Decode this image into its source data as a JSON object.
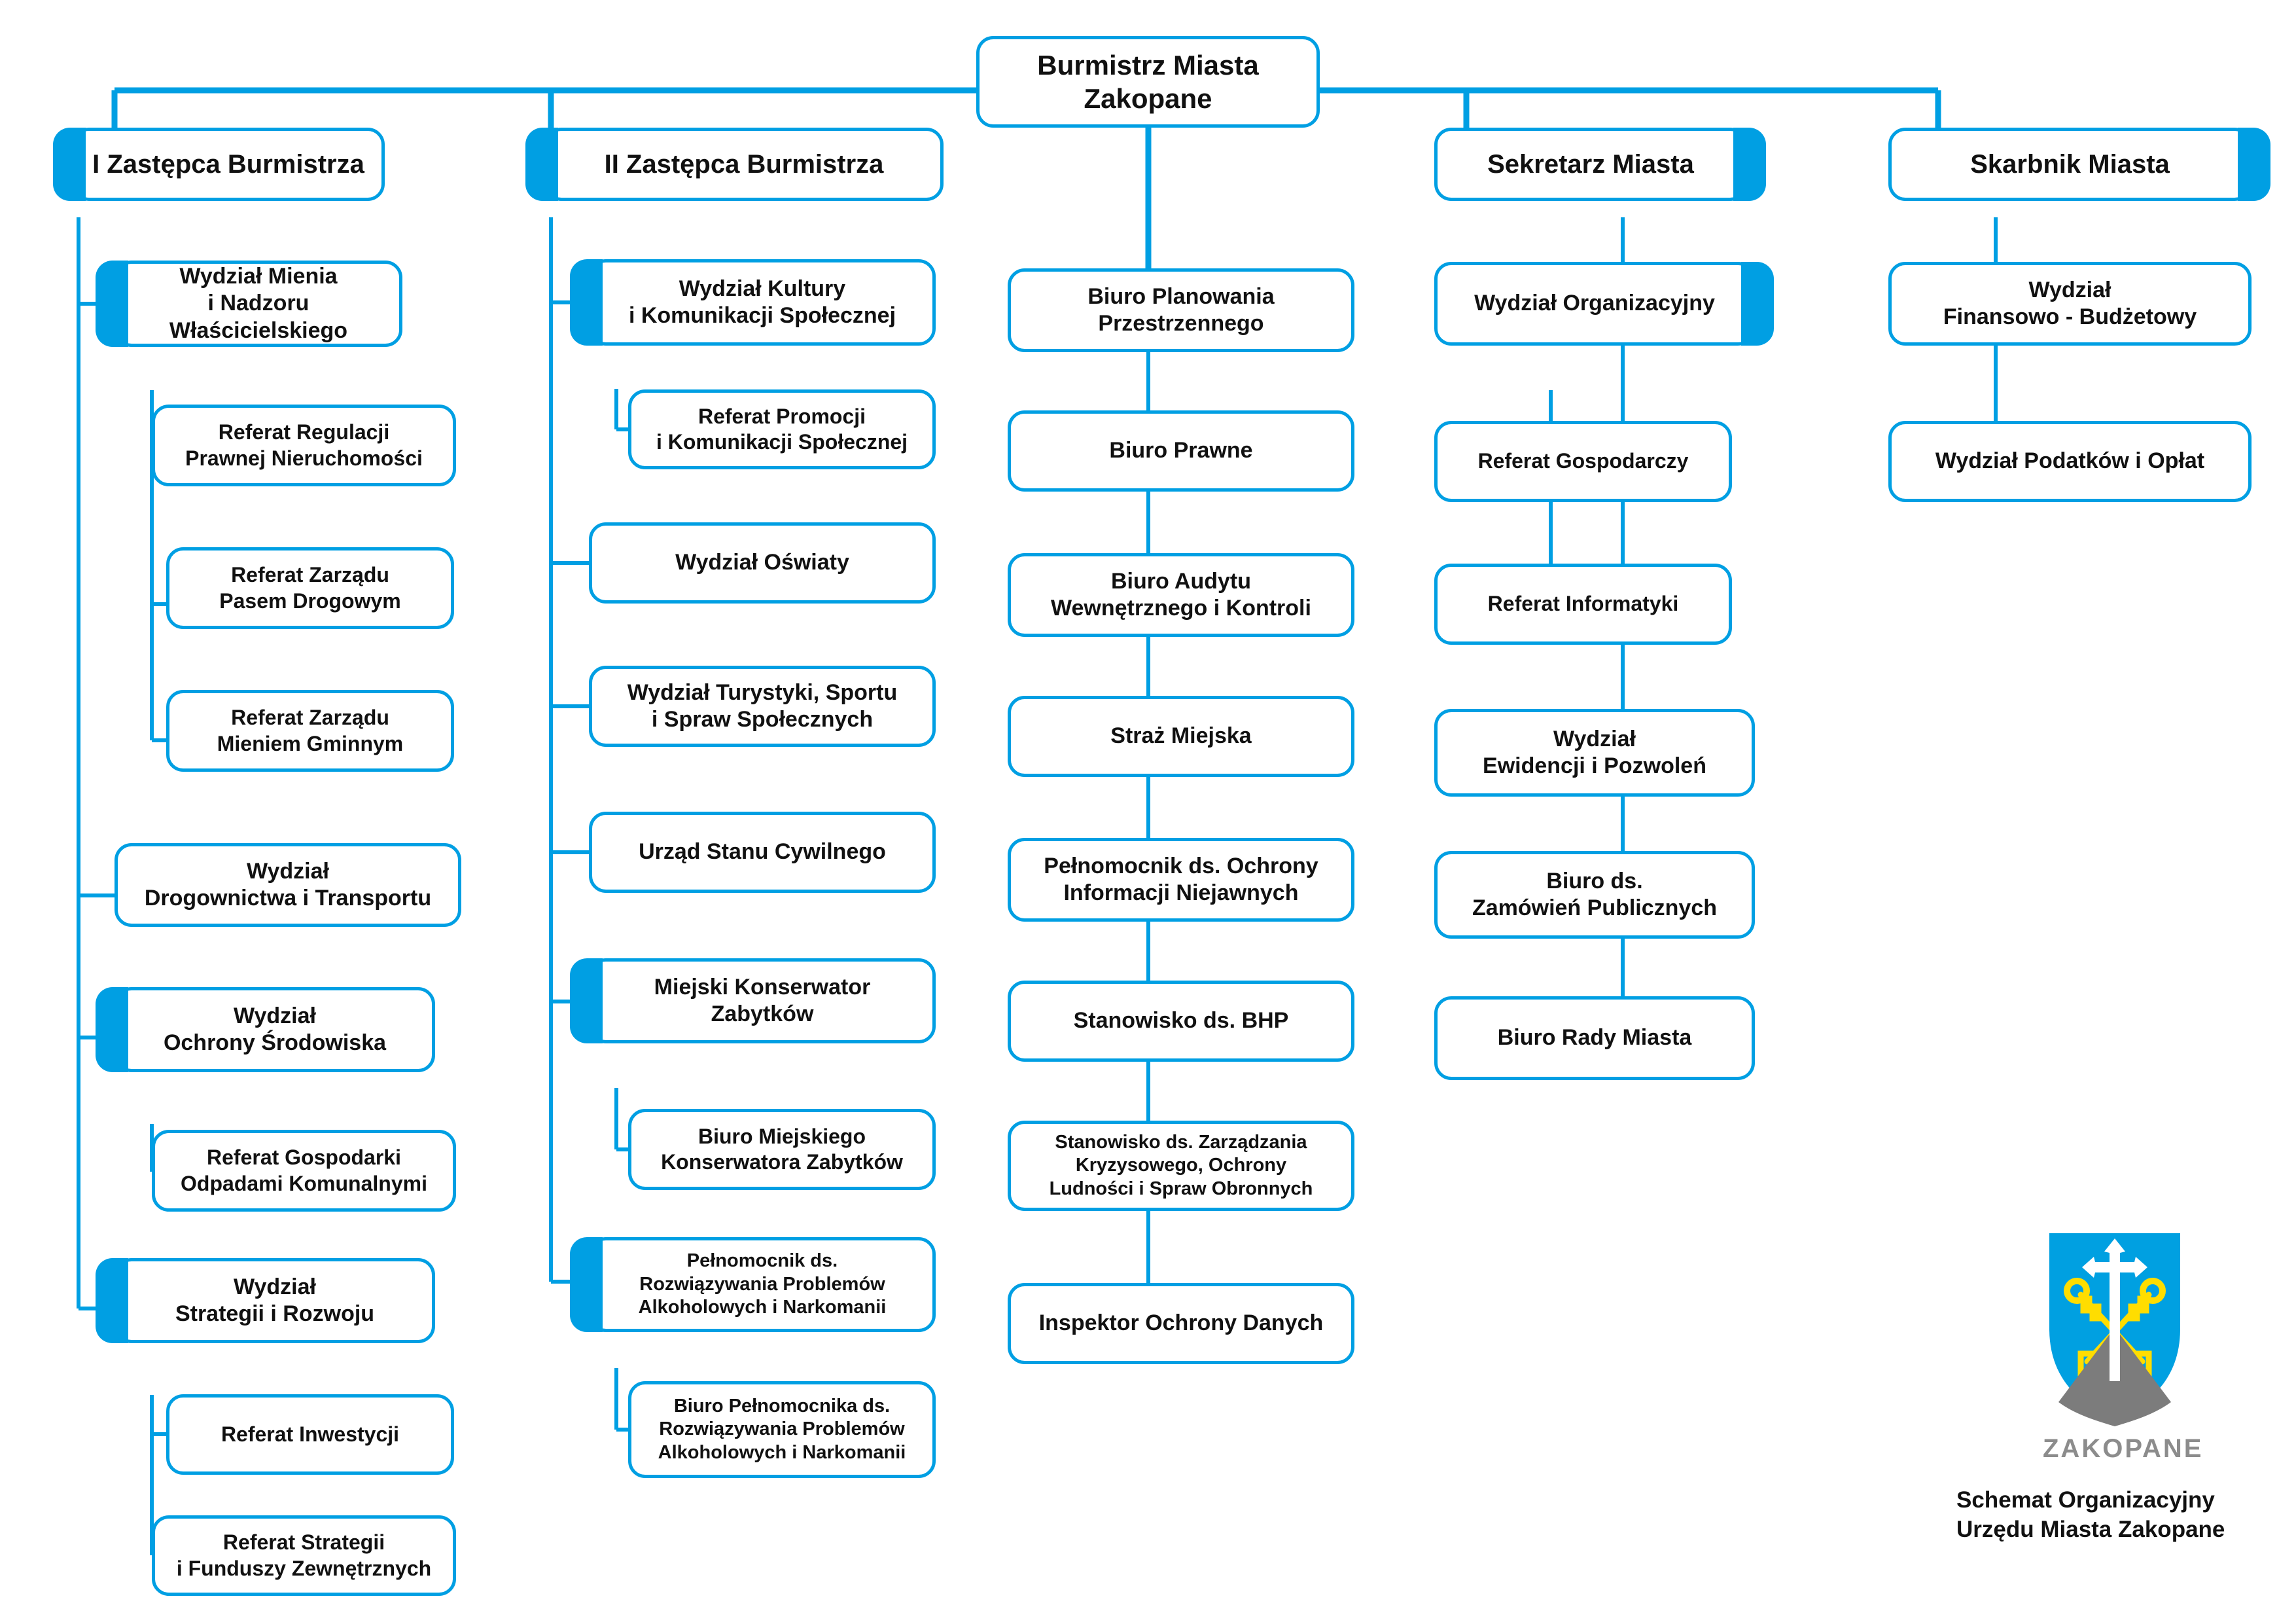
{
  "meta": {
    "caption": "Schemat Organizacyjny\nUrzędu Miasta Zakopane",
    "emblem_wordmark": "ZAKOPANE",
    "colors": {
      "accent_blue": "#009FE3",
      "emblem_shield": "#00A0E1",
      "emblem_keys": "#FFDD00",
      "emblem_mountain": "#7C7C7C",
      "emblem_cross": "#FFFFFF",
      "wordmark_gray": "#8C8C8C",
      "text": "#111111",
      "background": "#FFFFFF"
    }
  },
  "root": {
    "label": "Burmistrz Miasta Zakopane"
  },
  "columns": [
    {
      "id": "col-1",
      "head": {
        "label": "I Zastępca Burmistrza",
        "tab": "left"
      },
      "nodes": [
        {
          "label": "Wydział Mienia\ni Nadzoru Właścicielskiego",
          "level": "dept",
          "tab": "left"
        },
        {
          "label": "Referat Regulacji\nPrawnej Nieruchomości",
          "level": "sub",
          "tab": "none"
        },
        {
          "label": "Referat Zarządu\nPasem Drogowym",
          "level": "sub",
          "tab": "none"
        },
        {
          "label": "Referat Zarządu\nMieniem Gminnym",
          "level": "sub",
          "tab": "none"
        },
        {
          "label": "Wydział\nDrogownictwa i Transportu",
          "level": "dept",
          "tab": "none"
        },
        {
          "label": "Wydział\nOchrony Środowiska",
          "level": "dept",
          "tab": "left"
        },
        {
          "label": "Referat  Gospodarki\nOdpadami Komunalnymi",
          "level": "sub",
          "tab": "none"
        },
        {
          "label": "Wydział\nStrategii i Rozwoju",
          "level": "dept",
          "tab": "left"
        },
        {
          "label": "Referat Inwestycji",
          "level": "sub",
          "tab": "none"
        },
        {
          "label": "Referat Strategii\ni Funduszy Zewnętrznych",
          "level": "sub",
          "tab": "none"
        }
      ]
    },
    {
      "id": "col-2",
      "head": {
        "label": "II Zastępca Burmistrza",
        "tab": "left"
      },
      "nodes": [
        {
          "label": "Wydział Kultury\ni Komunikacji Społecznej",
          "level": "dept",
          "tab": "left"
        },
        {
          "label": "Referat Promocji\ni Komunikacji Społecznej",
          "level": "sub",
          "tab": "none"
        },
        {
          "label": "Wydział Oświaty",
          "level": "dept",
          "tab": "none"
        },
        {
          "label": "Wydział Turystyki, Sportu\ni Spraw Społecznych",
          "level": "dept",
          "tab": "none"
        },
        {
          "label": "Urząd Stanu Cywilnego",
          "level": "dept",
          "tab": "none"
        },
        {
          "label": "Miejski Konserwator\nZabytków",
          "level": "dept",
          "tab": "left"
        },
        {
          "label": "Biuro Miejskiego\nKonserwatora Zabytków",
          "level": "sub",
          "tab": "none"
        },
        {
          "label": "Pełnomocnik ds.\nRozwiązywania Problemów\nAlkoholowych i Narkomanii",
          "level": "small",
          "tab": "left"
        },
        {
          "label": "Biuro Pełnomocnika ds.\nRozwiązywania Problemów\nAlkoholowych i Narkomanii",
          "level": "small",
          "tab": "none"
        }
      ]
    },
    {
      "id": "col-3",
      "head": null,
      "nodes": [
        {
          "label": "Biuro Planowania\nPrzestrzennego",
          "level": "dept",
          "tab": "none"
        },
        {
          "label": "Biuro Prawne",
          "level": "dept",
          "tab": "none"
        },
        {
          "label": "Biuro Audytu\nWewnętrznego i Kontroli",
          "level": "dept",
          "tab": "none"
        },
        {
          "label": "Straż Miejska",
          "level": "dept",
          "tab": "none"
        },
        {
          "label": "Pełnomocnik ds. Ochrony\nInformacji Niejawnych",
          "level": "dept",
          "tab": "none"
        },
        {
          "label": "Stanowisko ds. BHP",
          "level": "dept",
          "tab": "none"
        },
        {
          "label": "Stanowisko ds. Zarządzania\nKryzysowego, Ochrony\nLudności i Spraw Obronnych",
          "level": "small",
          "tab": "none"
        },
        {
          "label": "Inspektor Ochrony Danych",
          "level": "dept",
          "tab": "none"
        }
      ]
    },
    {
      "id": "col-4",
      "head": {
        "label": "Sekretarz Miasta",
        "tab": "right"
      },
      "nodes": [
        {
          "label": "Wydział Organizacyjny",
          "level": "dept",
          "tab": "right"
        },
        {
          "label": "Referat Gospodarczy",
          "level": "sub",
          "tab": "none"
        },
        {
          "label": "Referat Informatyki",
          "level": "sub",
          "tab": "none"
        },
        {
          "label": "Wydział\nEwidencji i Pozwoleń",
          "level": "dept",
          "tab": "none"
        },
        {
          "label": "Biuro ds.\nZamówień Publicznych",
          "level": "dept",
          "tab": "none"
        },
        {
          "label": "Biuro Rady Miasta",
          "level": "dept",
          "tab": "none"
        }
      ]
    },
    {
      "id": "col-5",
      "head": {
        "label": "Skarbnik Miasta",
        "tab": "right"
      },
      "nodes": [
        {
          "label": "Wydział\nFinansowo - Budżetowy",
          "level": "dept",
          "tab": "none"
        },
        {
          "label": "Wydział Podatków i Opłat",
          "level": "dept",
          "tab": "none"
        }
      ]
    }
  ]
}
